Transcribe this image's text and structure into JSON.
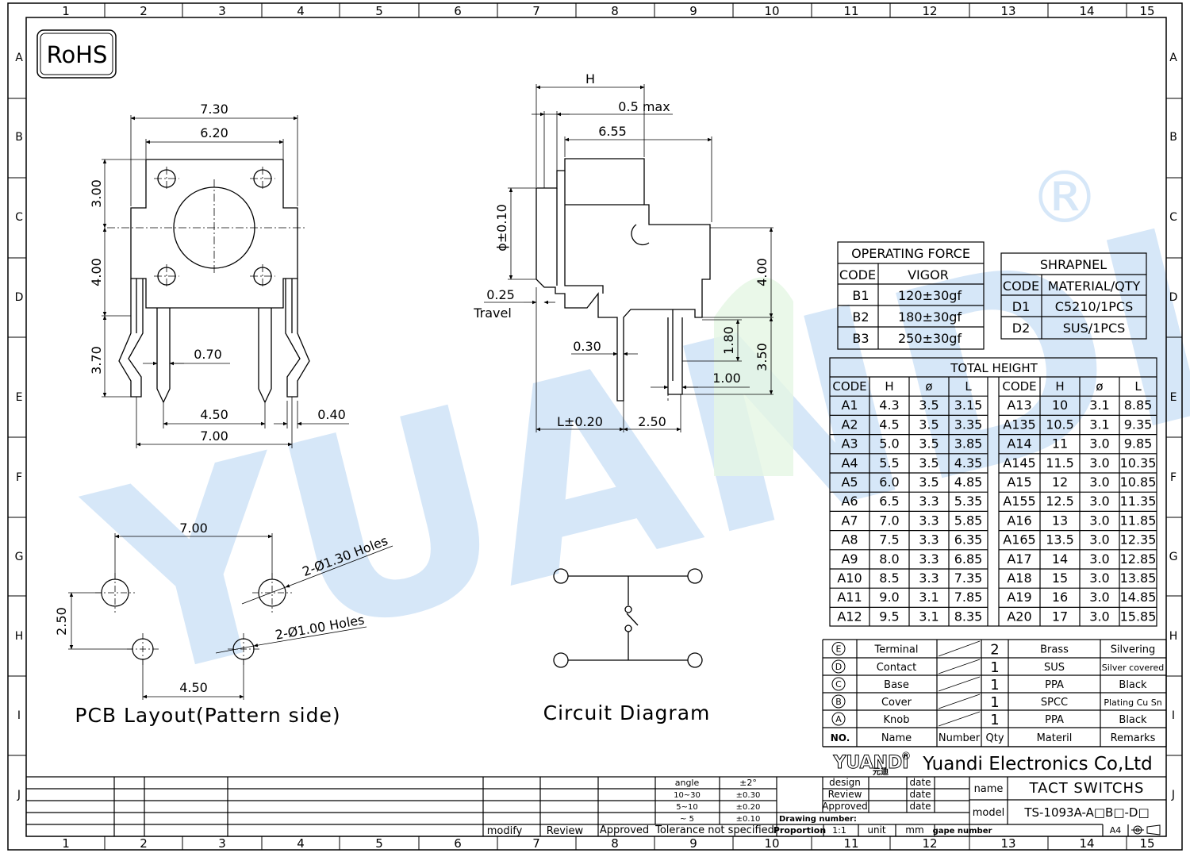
{
  "frame": {
    "cols": [
      "1",
      "2",
      "3",
      "4",
      "5",
      "6",
      "7",
      "8",
      "9",
      "10",
      "11",
      "12",
      "13",
      "14",
      "15"
    ],
    "rows": [
      "A",
      "B",
      "C",
      "D",
      "E",
      "F",
      "G",
      "H",
      "I",
      "J"
    ]
  },
  "rohs": "RoHS",
  "watermark": {
    "text": "YUANDI",
    "registered": "®",
    "color": "#cfe3f7"
  },
  "front_view": {
    "dims": {
      "w_730": "7.30",
      "w_620": "6.20",
      "h_300": "3.00",
      "h_400": "4.00",
      "h_370": "3.70",
      "w_070": "0.70",
      "w_450": "4.50",
      "w_700": "7.00",
      "w_040": "0.40"
    }
  },
  "side_view": {
    "dims": {
      "H": "H",
      "max05": "0.5 max",
      "d655": "6.55",
      "phi": "ϕ±0.10",
      "d025": "0.25",
      "travel": "Travel",
      "d030": "0.30",
      "d400": "4.00",
      "d180": "1.80",
      "d350": "3.50",
      "d100": "1.00",
      "L": "L±0.20",
      "d250": "2.50"
    }
  },
  "pcb_layout": {
    "title": "PCB Layout(Pattern side)",
    "dims": {
      "d700": "7.00",
      "d250": "2.50",
      "d450": "4.50",
      "holes130": "2-Ø1.30 Holes",
      "holes100": "2-Ø1.00 Holes"
    }
  },
  "circuit": {
    "title": "Circuit Diagram"
  },
  "operating_force": {
    "title": "OPERATING FORCE",
    "headers": [
      "CODE",
      "VIGOR"
    ],
    "rows": [
      [
        "B1",
        "120±30gf"
      ],
      [
        "B2",
        "180±30gf"
      ],
      [
        "B3",
        "250±30gf"
      ]
    ]
  },
  "shrapnel": {
    "title": "SHRAPNEL",
    "headers": [
      "CODE",
      "MATERIAL/QTY"
    ],
    "rows": [
      [
        "D1",
        "C5210/1PCS"
      ],
      [
        "D2",
        "SUS/1PCS"
      ]
    ]
  },
  "total_height": {
    "title": "TOTAL HEIGHT",
    "headers": [
      "CODE",
      "H",
      "ø",
      "L"
    ],
    "left": [
      [
        "A1",
        "4.3",
        "3.5",
        "3.15"
      ],
      [
        "A2",
        "4.5",
        "3.5",
        "3.35"
      ],
      [
        "A3",
        "5.0",
        "3.5",
        "3.85"
      ],
      [
        "A4",
        "5.5",
        "3.5",
        "4.35"
      ],
      [
        "A5",
        "6.0",
        "3.5",
        "4.85"
      ],
      [
        "A6",
        "6.5",
        "3.3",
        "5.35"
      ],
      [
        "A7",
        "7.0",
        "3.3",
        "5.85"
      ],
      [
        "A8",
        "7.5",
        "3.3",
        "6.35"
      ],
      [
        "A9",
        "8.0",
        "3.3",
        "6.85"
      ],
      [
        "A10",
        "8.5",
        "3.3",
        "7.35"
      ],
      [
        "A11",
        "9.0",
        "3.1",
        "7.85"
      ],
      [
        "A12",
        "9.5",
        "3.1",
        "8.35"
      ]
    ],
    "right": [
      [
        "A13",
        "10",
        "3.1",
        "8.85"
      ],
      [
        "A135",
        "10.5",
        "3.1",
        "9.35"
      ],
      [
        "A14",
        "11",
        "3.0",
        "9.85"
      ],
      [
        "A145",
        "11.5",
        "3.0",
        "10.35"
      ],
      [
        "A15",
        "12",
        "3.0",
        "10.85"
      ],
      [
        "A155",
        "12.5",
        "3.0",
        "11.35"
      ],
      [
        "A16",
        "13",
        "3.0",
        "11.85"
      ],
      [
        "A165",
        "13.5",
        "3.0",
        "12.35"
      ],
      [
        "A17",
        "14",
        "3.0",
        "12.85"
      ],
      [
        "A18",
        "15",
        "3.0",
        "13.85"
      ],
      [
        "A19",
        "16",
        "3.0",
        "14.85"
      ],
      [
        "A20",
        "17",
        "3.0",
        "15.85"
      ]
    ]
  },
  "bom": {
    "rows": [
      {
        "no": "E",
        "name": "Terminal",
        "qty": "2",
        "material": "Brass",
        "remarks": "Silvering"
      },
      {
        "no": "D",
        "name": "Contact",
        "qty": "1",
        "material": "SUS",
        "remarks": "Silver covered"
      },
      {
        "no": "C",
        "name": "Base",
        "qty": "1",
        "material": "PPA",
        "remarks": "Black"
      },
      {
        "no": "B",
        "name": "Cover",
        "qty": "1",
        "material": "SPCC",
        "remarks": "Plating Cu Sn"
      },
      {
        "no": "A",
        "name": "Knob",
        "qty": "1",
        "material": "PPA",
        "remarks": "Black"
      }
    ],
    "headers": {
      "no": "NO.",
      "name": "Name",
      "number": "Number",
      "qty": "Qty",
      "material": "Materil",
      "remarks": "Remarks"
    }
  },
  "title_block": {
    "logo": "YUANDI",
    "logo_reg": "®",
    "logo_cn": "元迪",
    "company": "Yuandi Electronics Co,Ltd",
    "design": "design",
    "review": "Review",
    "approved": "Approved",
    "date": "date",
    "name_label": "name",
    "name_value": "TACT SWITCHS",
    "model_label": "model",
    "model_value": "TS-1093A-A□B□-D□",
    "drawing_number": "Drawing number:",
    "proportion": "Proportion",
    "scale": "1:1",
    "unit": "unit",
    "mm": "mm",
    "gape_number": "gape number",
    "sheet": "A4"
  },
  "tolerance": {
    "rows": [
      [
        "angle",
        "±2°"
      ],
      [
        "10~30",
        "±0.30"
      ],
      [
        "5~10",
        "±0.20"
      ],
      [
        "~ 5",
        "±0.10"
      ]
    ],
    "footer": "Tolerance not specified"
  },
  "revisions": {
    "modify": "modify",
    "review": "Review",
    "approved": "Approved"
  }
}
